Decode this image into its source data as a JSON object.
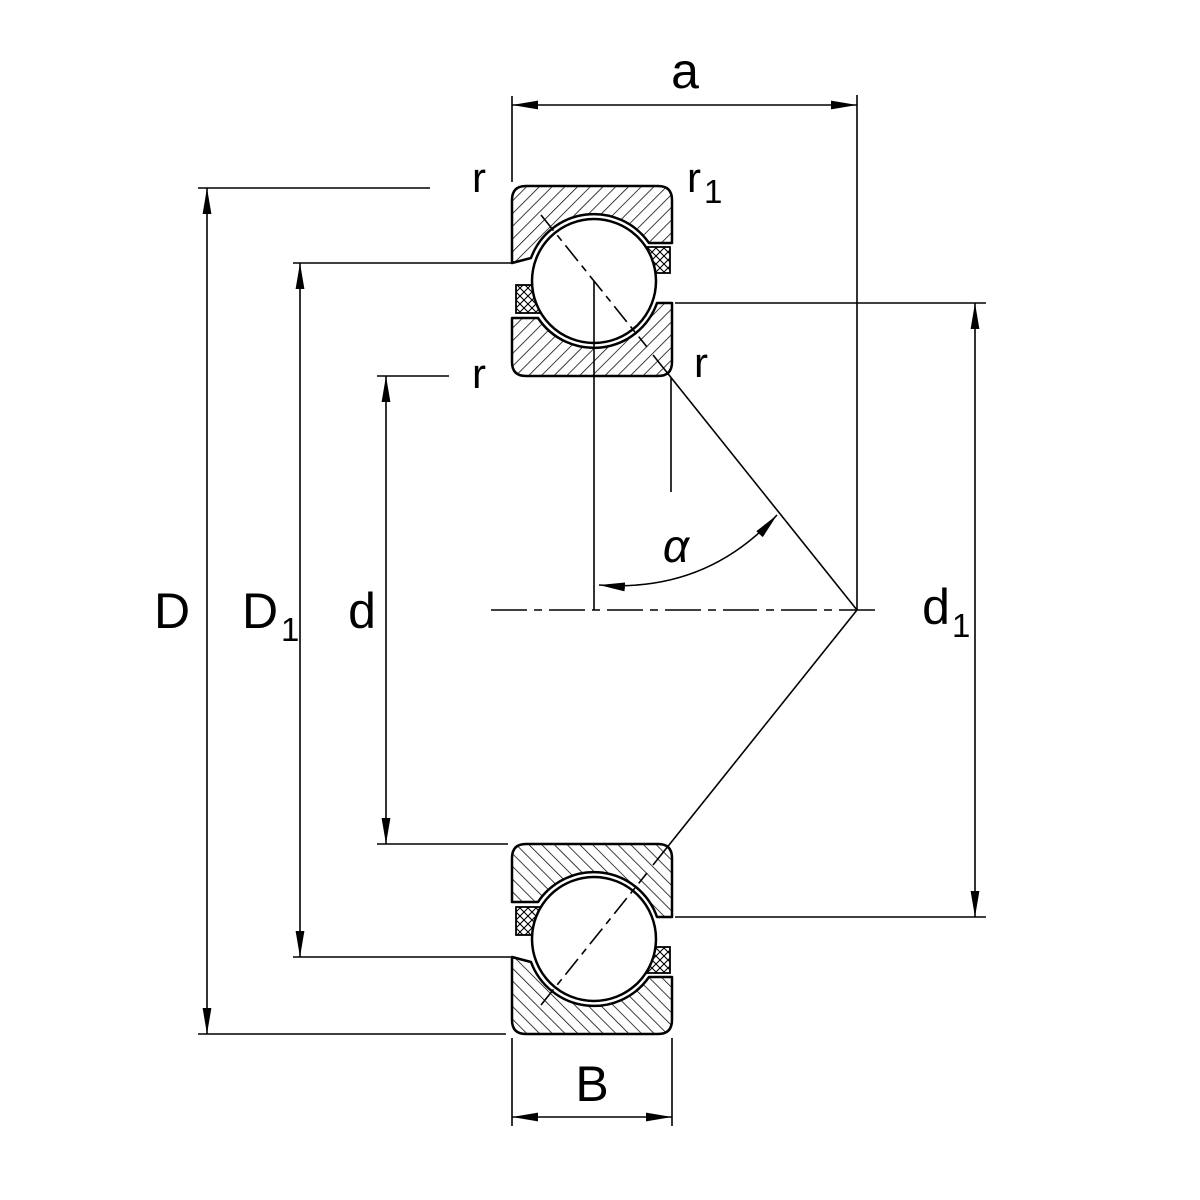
{
  "diagram": {
    "type": "technical-drawing",
    "subject": "angular contact ball bearing cross-section with dimension symbols",
    "colors": {
      "line": "#000000",
      "background": "#ffffff"
    },
    "labels": {
      "width_a": "a",
      "width_b": "B",
      "outer_diameter": "D",
      "shoulder_outer_base": "D",
      "shoulder_outer_sub": "1",
      "bore_diameter": "d",
      "shoulder_inner_base": "d",
      "shoulder_inner_sub": "1",
      "fillet_top_left": "r",
      "fillet_top_right_base": "r",
      "fillet_top_right_sub": "1",
      "fillet_mid_left": "r",
      "fillet_mid_right": "r",
      "contact_angle": "α"
    }
  }
}
